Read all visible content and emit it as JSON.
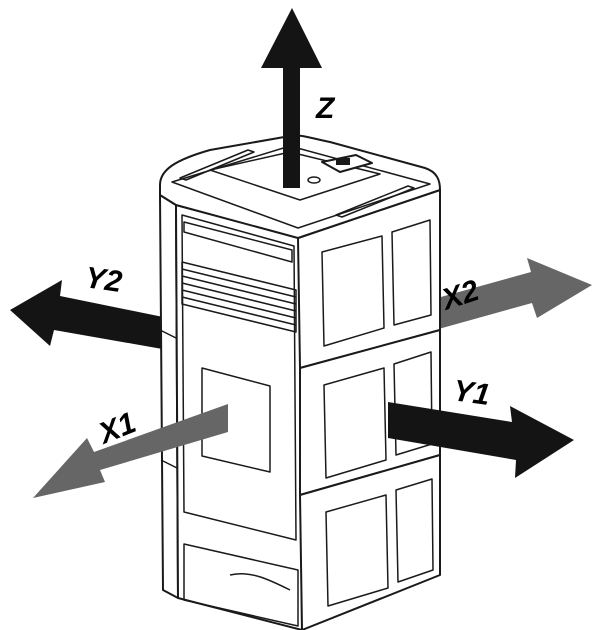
{
  "diagram": {
    "axes": [
      {
        "id": "z",
        "label": "Z",
        "color": "#141414"
      },
      {
        "id": "y2",
        "label": "Y2",
        "color": "#141414"
      },
      {
        "id": "x2",
        "label": "X2",
        "color": "#666666"
      },
      {
        "id": "y1",
        "label": "Y1",
        "color": "#141414"
      },
      {
        "id": "x1",
        "label": "X1",
        "color": "#666666"
      }
    ],
    "colors": {
      "dark_arrow": "#141414",
      "grey_arrow": "#666666",
      "outline": "#1a1a1a",
      "background": "#ffffff"
    }
  }
}
